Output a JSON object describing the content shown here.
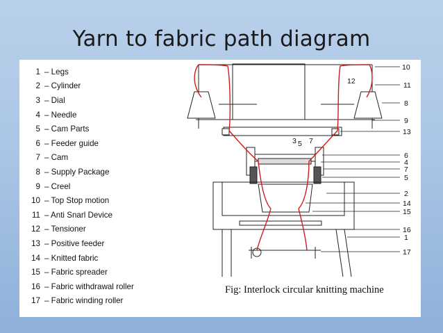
{
  "slide": {
    "title": "Yarn to fabric path diagram"
  },
  "legend": [
    {
      "num": "1",
      "text": "– Legs"
    },
    {
      "num": "2",
      "text": "– Cylinder"
    },
    {
      "num": "3",
      "text": "– Dial"
    },
    {
      "num": "4",
      "text": "– Needle"
    },
    {
      "num": "5",
      "text": "– Cam Parts"
    },
    {
      "num": "6",
      "text": "– Feeder guide"
    },
    {
      "num": "7",
      "text": "– Cam"
    },
    {
      "num": "8",
      "text": "– Supply Package"
    },
    {
      "num": "9",
      "text": "– Creel"
    },
    {
      "num": "10",
      "text": "– Top Stop motion"
    },
    {
      "num": "11",
      "text": "– Anti Snarl Device"
    },
    {
      "num": "12",
      "text": "– Tensioner"
    },
    {
      "num": "13",
      "text": "– Positive feeder"
    },
    {
      "num": "14",
      "text": "– Knitted fabric"
    },
    {
      "num": "15",
      "text": "– Fabric spreader"
    },
    {
      "num": "16",
      "text": "– Fabric withdrawal roller"
    },
    {
      "num": "17",
      "text": "– Fabric winding roller"
    }
  ],
  "callouts": [
    "10",
    "11",
    "8",
    "9",
    "13",
    "6",
    "4",
    "7",
    "5",
    "2",
    "14",
    "15",
    "16",
    "1",
    "17",
    "12",
    "3",
    "5",
    "7"
  ],
  "caption": "Fig: Interlock  circular knitting machine",
  "colors": {
    "background": "#aac6e6",
    "yarn_path": "#d11a1a",
    "line": "#222222"
  }
}
